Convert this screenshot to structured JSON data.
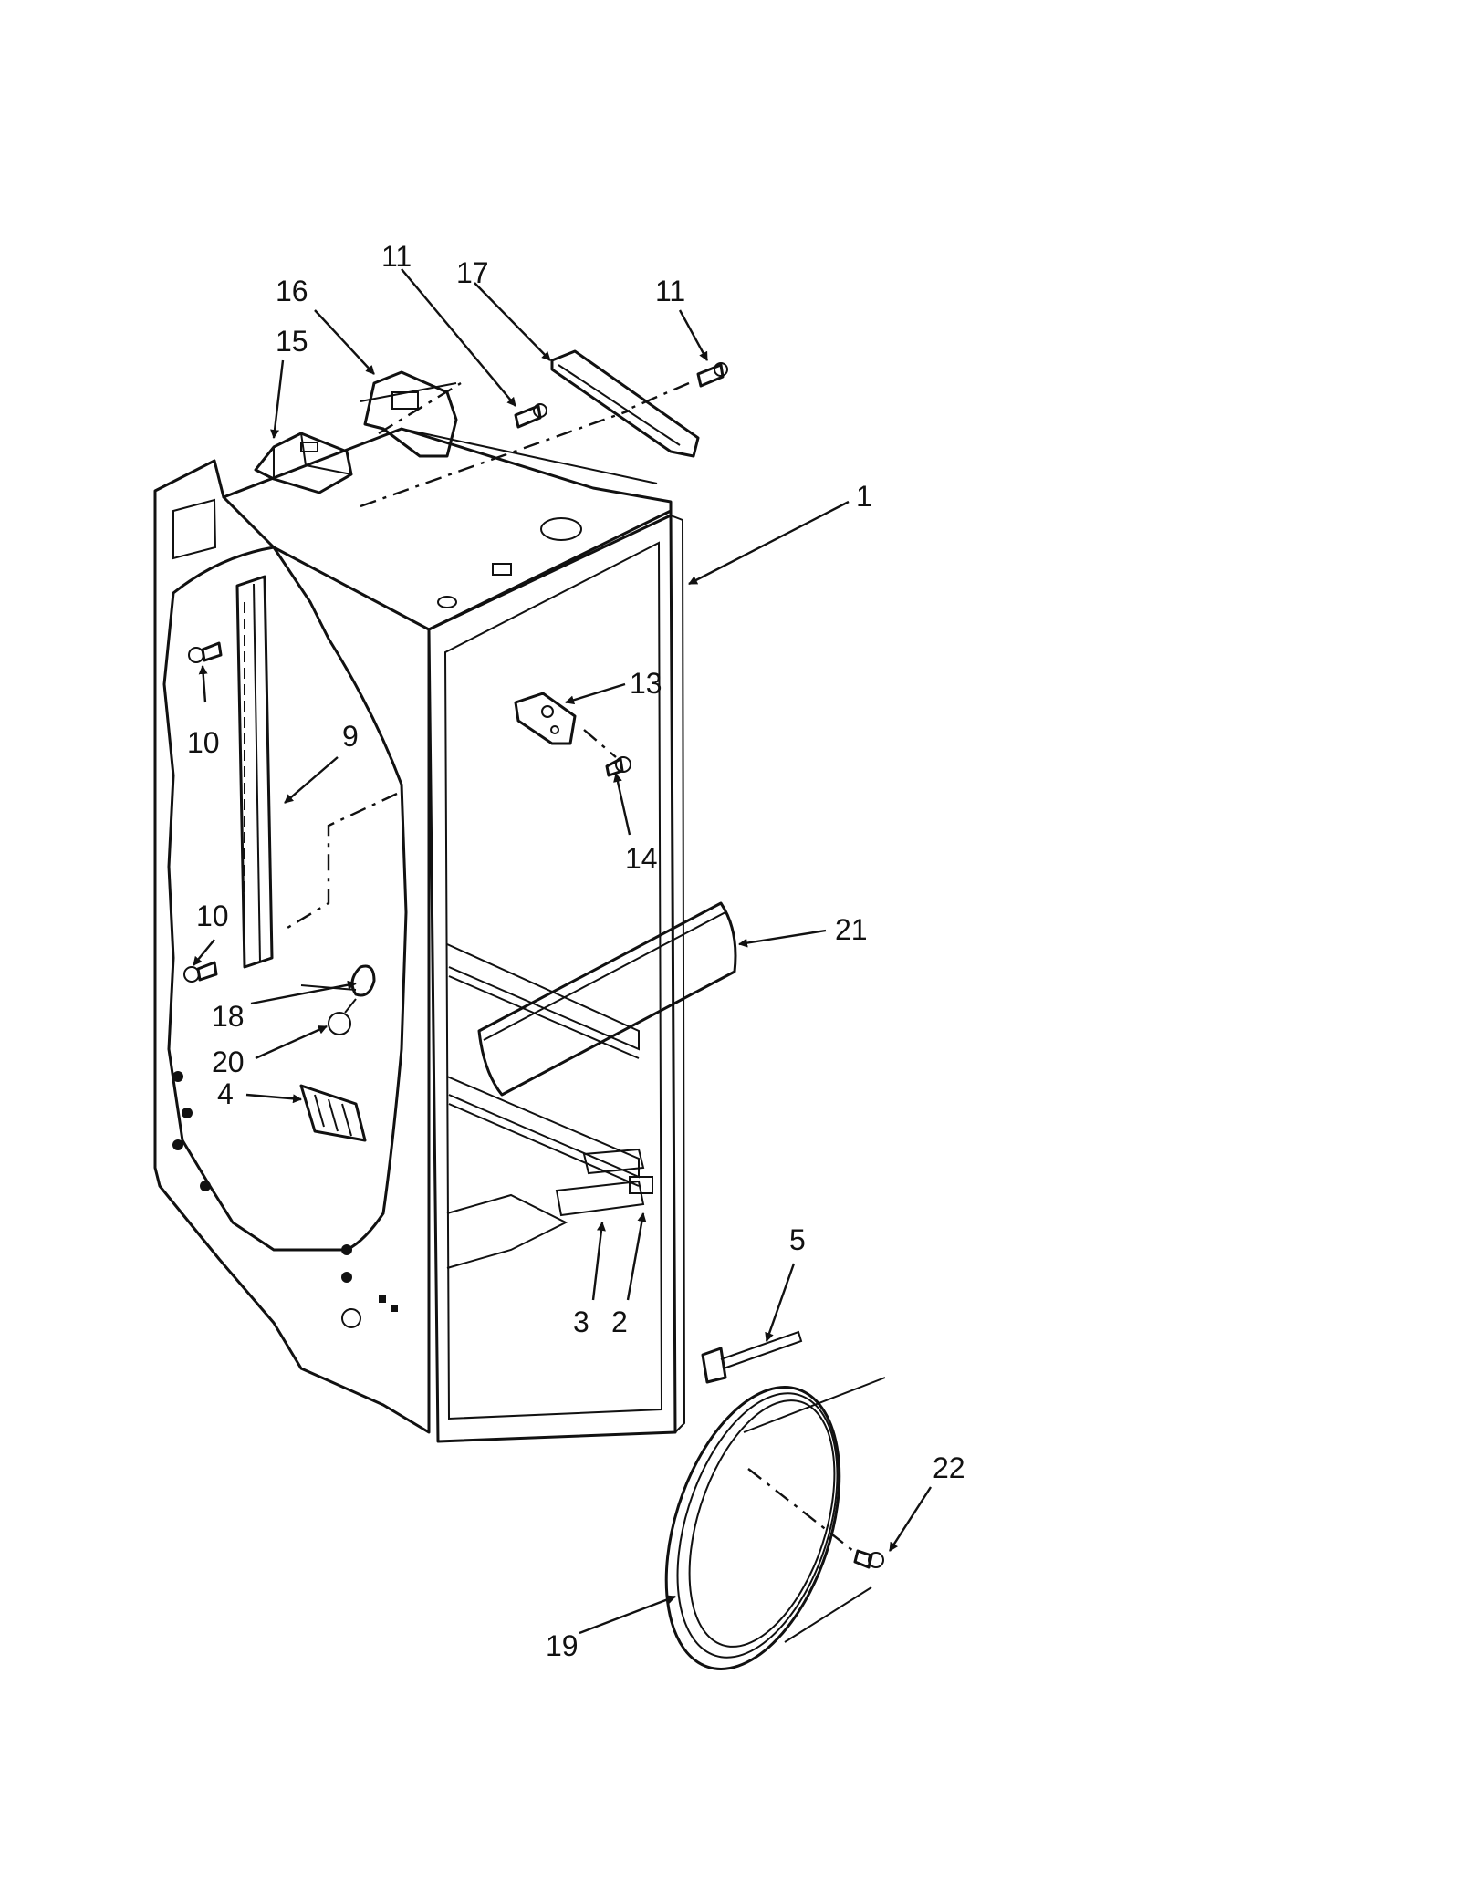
{
  "callouts": {
    "c1": "1",
    "c2": "2",
    "c3": "3",
    "c4": "4",
    "c5": "5",
    "c9": "9",
    "c10a": "10",
    "c10b": "10",
    "c11a": "11",
    "c11b": "11",
    "c13": "13",
    "c14": "14",
    "c15": "15",
    "c16": "16",
    "c17": "17",
    "c18": "18",
    "c19": "19",
    "c20": "20",
    "c21": "21",
    "c22": "22"
  }
}
